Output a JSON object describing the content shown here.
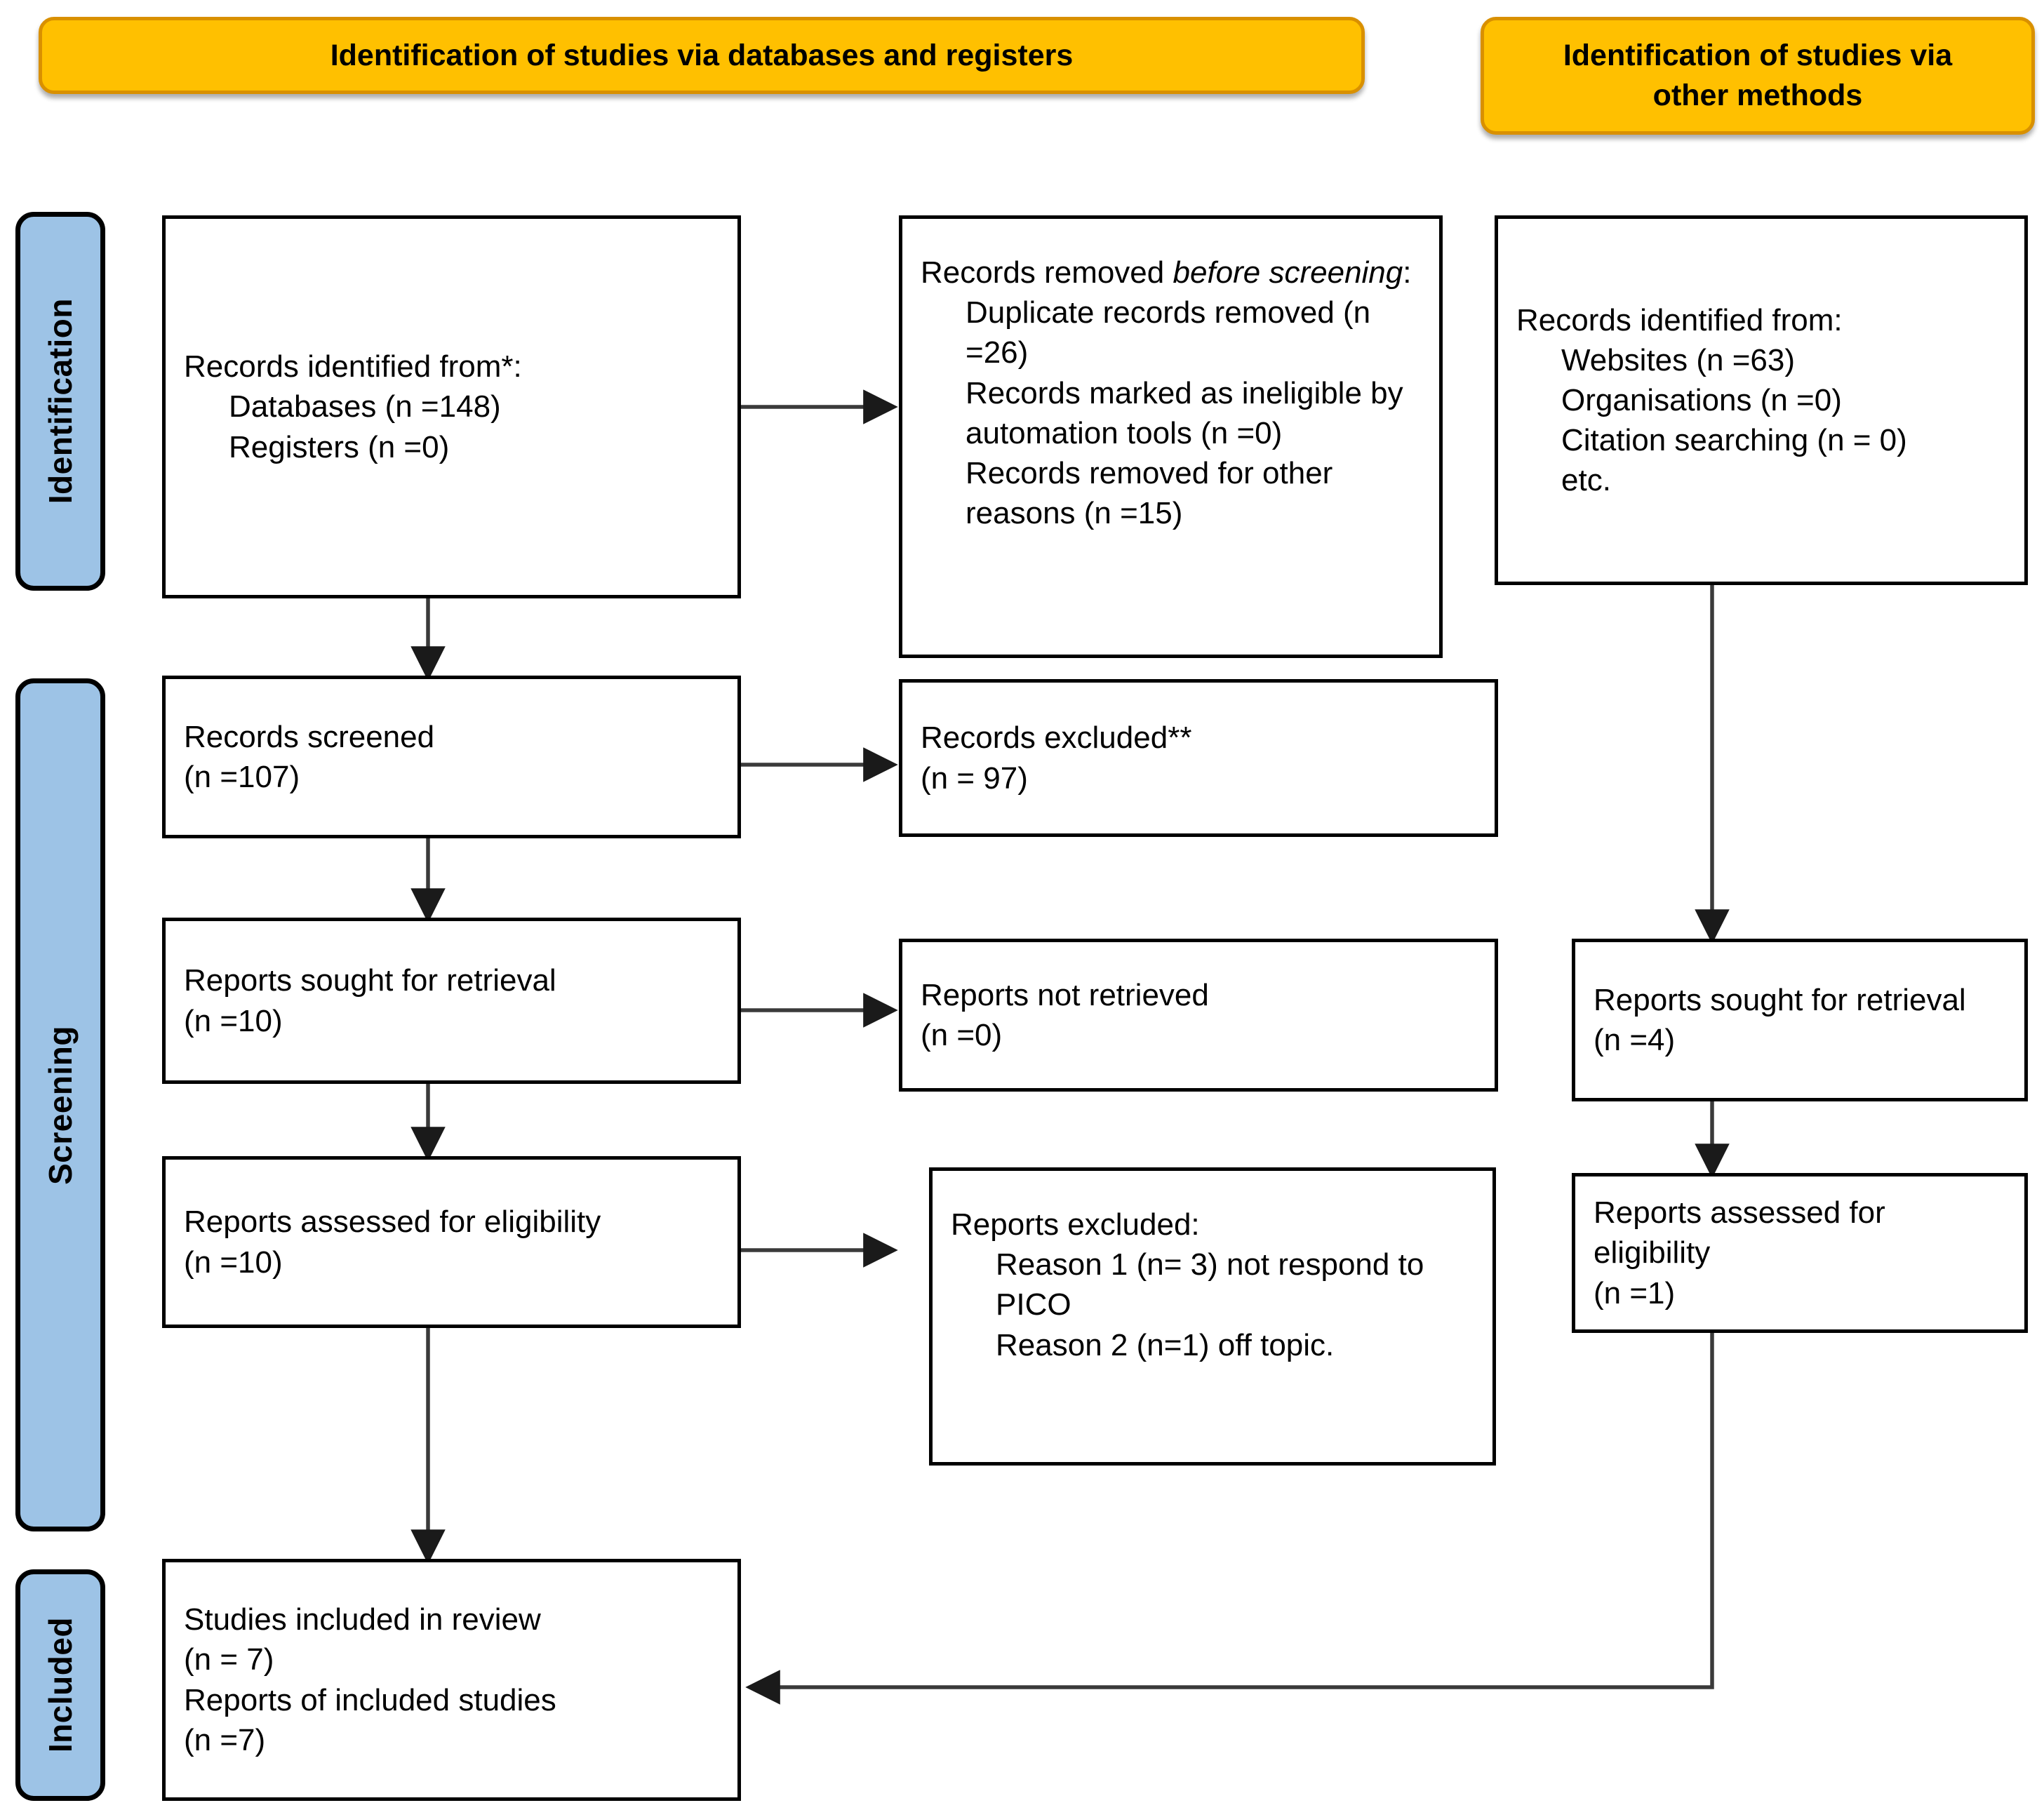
{
  "diagram": {
    "title": "PRISMA 2020 flow diagram",
    "colors": {
      "banner_fill": "#FFC000",
      "banner_border": "#D99000",
      "stage_fill": "#9DC3E6",
      "box_border": "#000000",
      "page_background": "#FFFFFF"
    }
  },
  "banners": {
    "databases": "Identification of studies via databases and registers",
    "other": "Identification of studies via\nother methods"
  },
  "stages": {
    "identification": "Identification",
    "screening": "Screening",
    "included": "Included"
  },
  "boxes": {
    "identified": {
      "line1": "Records identified from*:",
      "line2": "Databases (n =148)",
      "line3": "Registers (n =0)"
    },
    "removed_before_screening": {
      "lead_normal": "Records removed ",
      "lead_italic": "before screening",
      "lead_colon": ":",
      "line2": "Duplicate records removed (n =26)",
      "line3": "Records marked as ineligible by automation tools (n =0)",
      "line4": "Records removed for other reasons (n =15)"
    },
    "other_identified": {
      "line1": "Records identified from:",
      "line2": "Websites (n =63)",
      "line3": "Organisations (n =0)",
      "line4": "Citation searching (n = 0)",
      "line5": "etc."
    },
    "records_screened": {
      "line1": "Records screened",
      "line2": "(n =107)"
    },
    "records_excluded": {
      "line1": "Records excluded**",
      "line2": "(n = 97)"
    },
    "reports_sought": {
      "line1": "Reports sought for retrieval",
      "line2": "(n =10)"
    },
    "reports_not_retrieved": {
      "line1": "Reports not retrieved",
      "line2": "(n =0)"
    },
    "reports_assessed": {
      "line1": "Reports assessed for eligibility",
      "line2": "(n =10)"
    },
    "reports_excluded": {
      "line1": "Reports excluded:",
      "line2": "Reason 1 (n= 3) not respond to PICO",
      "line3": "Reason 2 (n=1) off topic."
    },
    "other_reports_sought": {
      "line1": "Reports sought for retrieval",
      "line2": "(n =4)"
    },
    "other_reports_assessed": {
      "line1": "Reports assessed for eligibility",
      "line2": "(n =1)"
    },
    "studies_included": {
      "line1": "Studies included in review",
      "line2": "(n = 7)",
      "line3": "Reports of included studies",
      "line4": "(n =7)"
    }
  }
}
